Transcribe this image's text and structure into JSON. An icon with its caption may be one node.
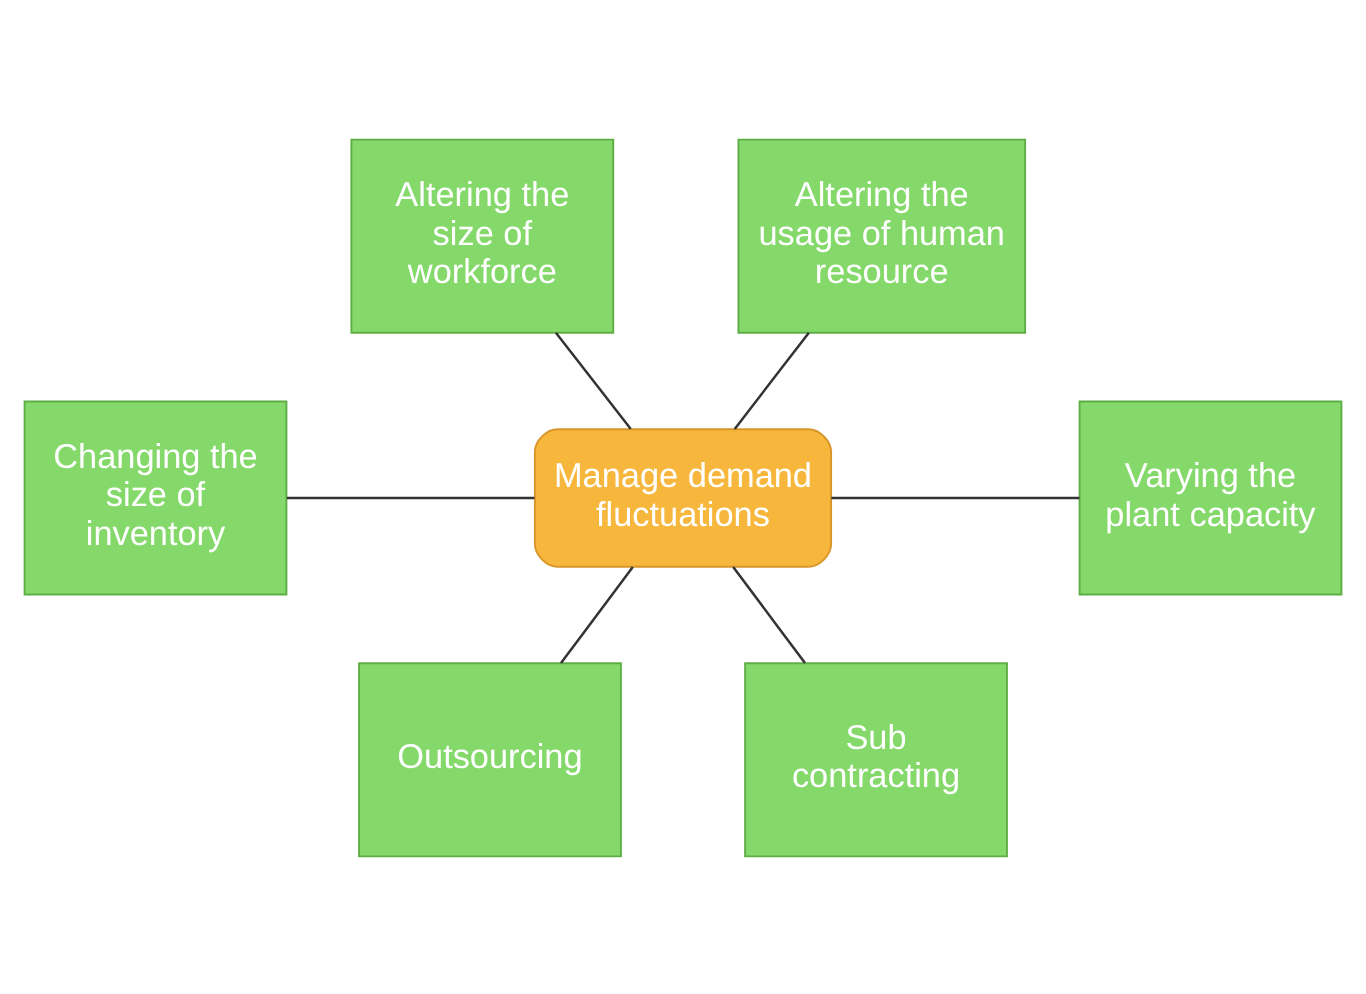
{
  "diagram": {
    "nodes": [
      {
        "text": [
          "Altering the size of workforce"
        ]
      },
      {
        "text": [
          "Altering the usage of human resource"
        ]
      },
      {
        "text": [
          "Changing the size of inventory"
        ]
      },
      {
        "text": [
          "Manage demand fluctuations"
        ]
      },
      {
        "text": [
          "Varying the plant capacity"
        ]
      },
      {
        "text": [
          "Outsourcing"
        ]
      },
      {
        "text": [
          "Sub contracting"
        ]
      }
    ],
    "edges": [
      {
        "from": 0,
        "to": 3,
        "arrow": "none"
      },
      {
        "from": 1,
        "to": 3,
        "arrow": "none"
      },
      {
        "from": 2,
        "to": 3,
        "arrow": "none"
      },
      {
        "from": 3,
        "to": 4,
        "arrow": "none"
      },
      {
        "from": 3,
        "to": 5,
        "arrow": "none"
      },
      {
        "from": 3,
        "to": 6,
        "arrow": "none"
      }
    ]
  }
}
